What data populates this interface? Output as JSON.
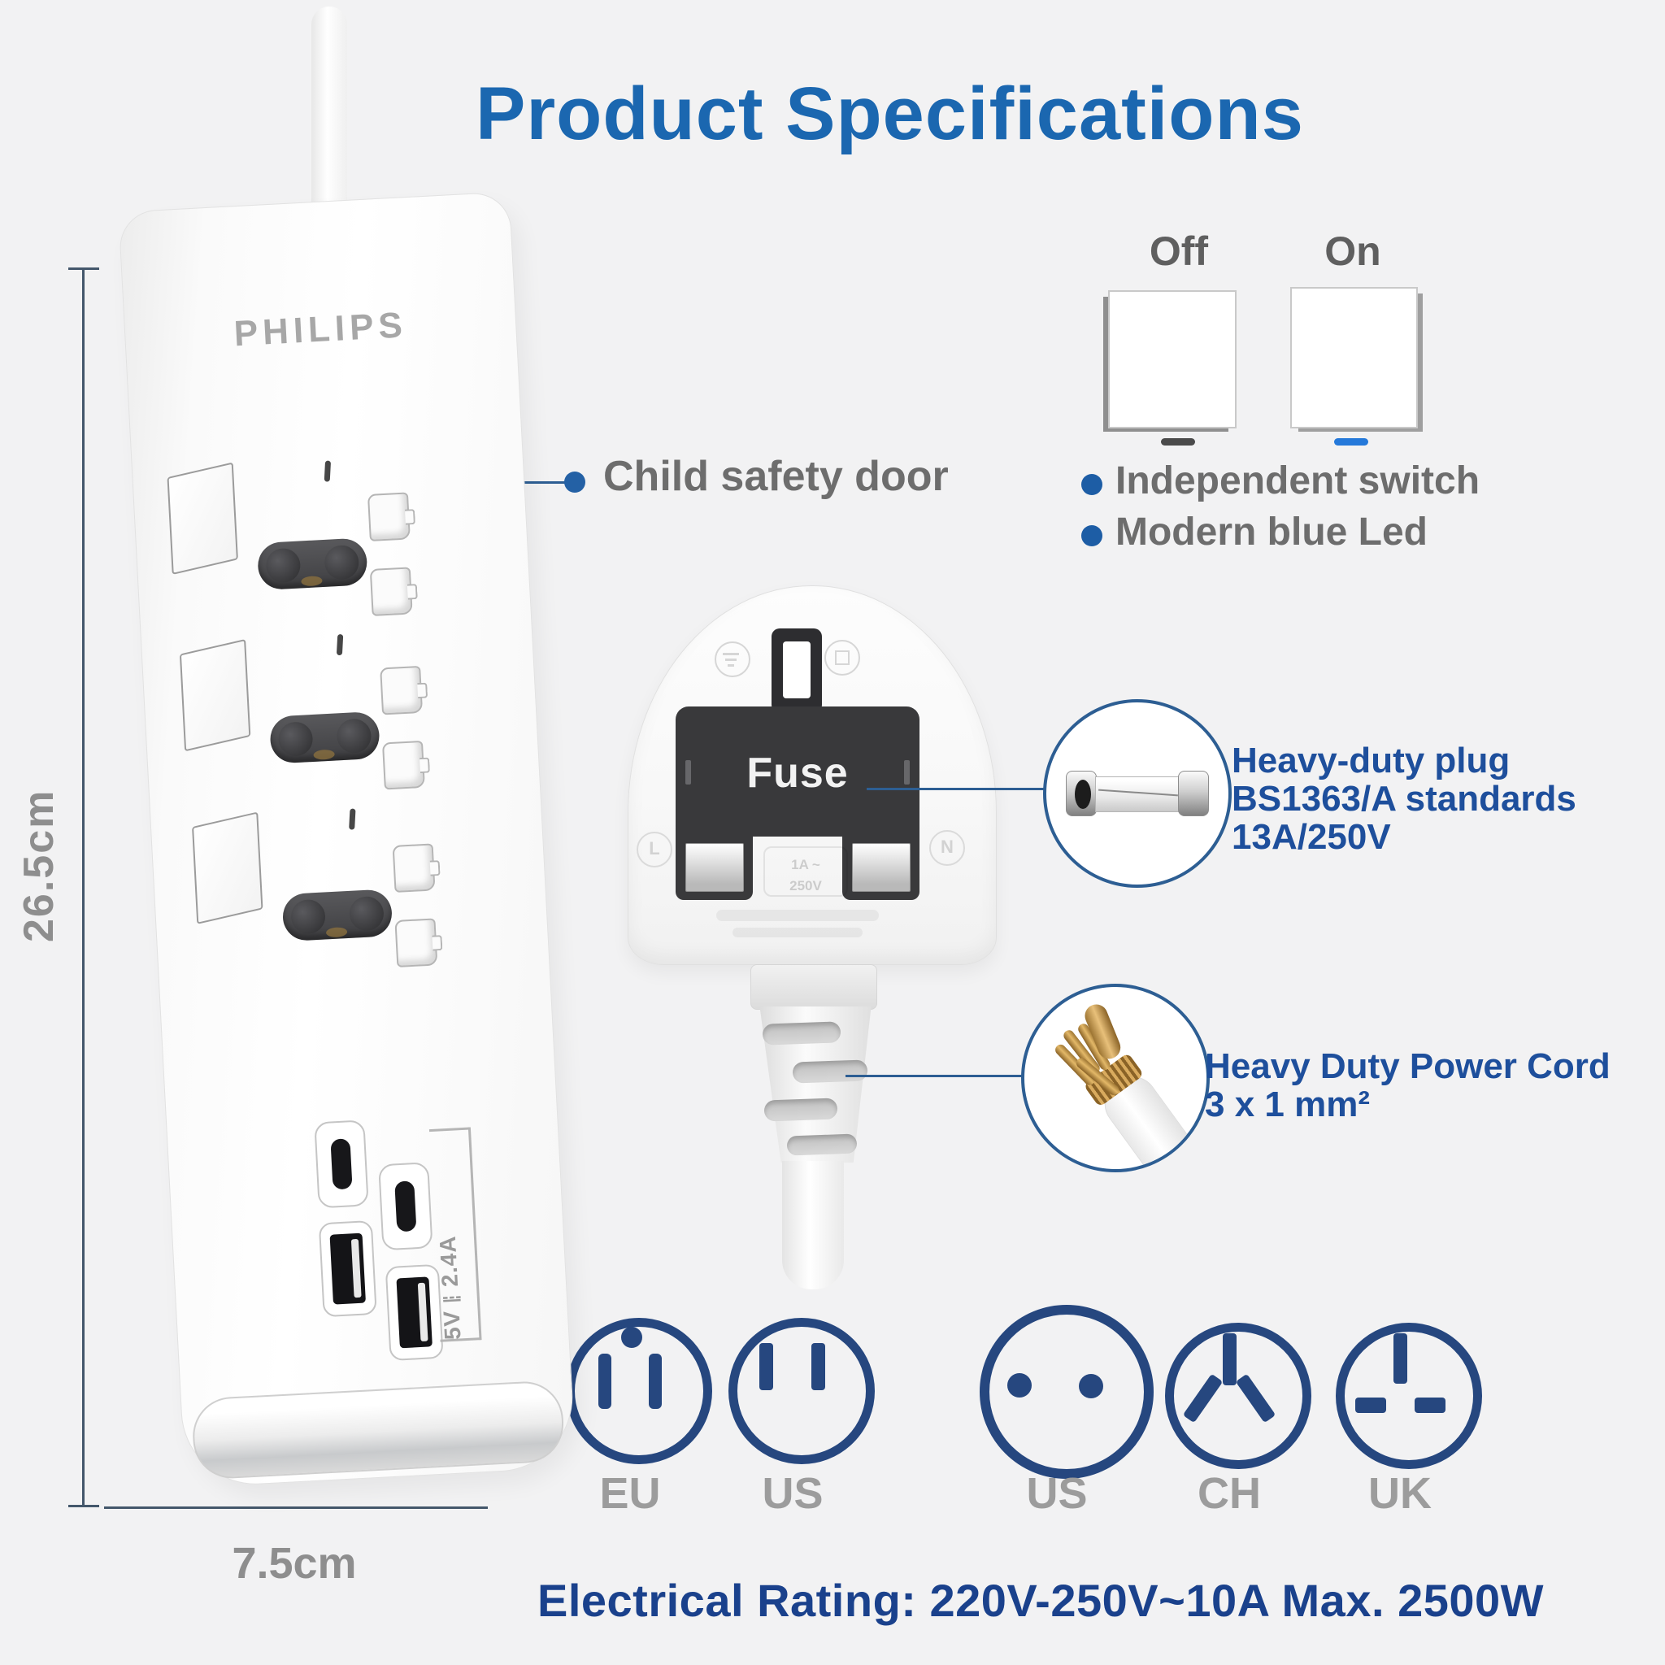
{
  "title": "Product Specifications",
  "colors": {
    "background": "#f2f2f3",
    "title_blue": "#1b67b0",
    "navy_text": "#1e4f9c",
    "rating_navy": "#1a418c",
    "gray_text": "#6d6d6d",
    "label_gray": "#9c9c9c",
    "bullet_blue": "#1d5da5",
    "callout_line_blue": "#2d5e93",
    "led_on_blue": "#2579da",
    "plug_icon_navy": "#26477f"
  },
  "power_strip": {
    "brand": "PHILIPS",
    "usb_output_label": "5V⎓2.4A",
    "height_dimension": "26.5cm",
    "width_dimension": "7.5cm"
  },
  "child_safety_callout": {
    "label": "Child safety door"
  },
  "switch_callout": {
    "off_label": "Off",
    "on_label": "On",
    "bullets": [
      {
        "label": "Independent switch"
      },
      {
        "label": "Modern blue Led"
      }
    ]
  },
  "plug_callout": {
    "fuse_label": "Fuse",
    "live_marker": "L",
    "neutral_marker": "N",
    "fuse_rating_top": "1A ~",
    "fuse_rating_bottom": "250V",
    "heading_lines": [
      {
        "text": "Heavy-duty plug"
      },
      {
        "text": "BS1363/A standards"
      },
      {
        "text": "13A/250V"
      }
    ]
  },
  "cord_callout": {
    "lines": [
      {
        "text": "Heavy Duty Power Cord"
      },
      {
        "text": "3 x 1 mm²"
      }
    ]
  },
  "plug_types": [
    {
      "label": "EU"
    },
    {
      "label": "US"
    },
    {
      "label": "US"
    },
    {
      "label": "CH"
    },
    {
      "label": "UK"
    }
  ],
  "electrical_rating": "Electrical Rating: 220V-250V~10A Max. 2500W"
}
